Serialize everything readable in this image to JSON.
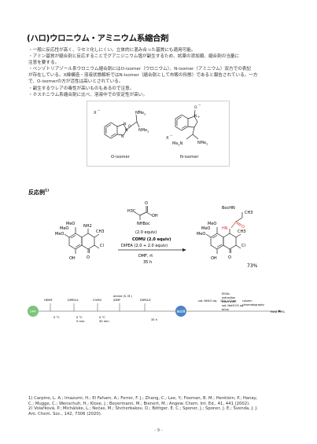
{
  "title": "(ハロ)ウロニウム・アミニウム系縮合剤",
  "bullets": [
    "・一般に反応性が高く、ラセミ化しにくい。立体的に混み合った基質にも適用可能。",
    "・アミン基質が縮合剤と反応することでグアニジニウム塩が副生するため、試薬の添加順、縮合剤の当量に",
    "注意を要する。",
    "・ベンゾトリアゾール系ウロニウム縮合剤にはO-isomer（ウロニウム）、N-isomer（アミニウム）双方での表記",
    "が存在している。X線構造・溶液状態解析ではN-isomer（縮合剤として市販の形態）であると報告されている。一方",
    "で、O-isomerの方が活性は高いとされている。",
    "・副生するウレアの毒性が高いものもあるので注意。",
    "・ホスホニウム系縮合剤に比べ、溶液中での安定性が高い。"
  ],
  "structures": {
    "x_anion": "X",
    "minus": "−",
    "plus": "+",
    "nme2": "NMe",
    "nme2_sub": "2",
    "me2n": "Me",
    "me2n_sub": "2",
    "me2n_n": "N",
    "n_atom": "N",
    "o_atom": "O",
    "o_isomer_label": "O-isomer",
    "n_isomer_label": "N-isomer"
  },
  "reaction": {
    "label": "反応例",
    "label_sup": "1)",
    "amino_acid": {
      "h3c": "H3C",
      "oh": "OH",
      "o": "O",
      "nhboc": "NHBoc"
    },
    "conditions": [
      "(2.0 equiv)",
      "COMU (2.0 equiv)",
      "DIPEA (2.0 + 2.0 equiv)",
      "DMF, rt",
      "35 h"
    ],
    "sm": {
      "meo1": "MeO",
      "meo2": "MeO",
      "meo3": "MeO",
      "nh2": "NH2",
      "ch3": "CH3",
      "oh": "OH",
      "o": "O",
      "cl": "Cl"
    },
    "product": {
      "bochn": "BocHN",
      "ch3a": "CH3",
      "ch3b": "CH3",
      "hn": "HN",
      "o1": "O",
      "o2": "O",
      "meo1": "MeO",
      "meo2": "MeO",
      "meo3": "MeO",
      "oh": "OH",
      "cl": "Cl"
    },
    "yield": "73%"
  },
  "workflow": {
    "start_label": "DMF",
    "end_label": "後処理",
    "additions": [
      "HDMF",
      "DIPEA①",
      "COMU",
      "amine (S. M.)",
      "/DMF",
      "DIPEA②"
    ],
    "times": [
      "0 °C",
      "0 °C\n5 min.",
      "0 °C\n30 min.",
      "",
      "35 h"
    ],
    "workup": [
      "EtOAc",
      "extraction",
      "wash with",
      "sat. NaHCO3 aq.",
      "brine"
    ],
    "workup_steps": [
      "sat. NH4Cl aq.",
      "10% LiCl aq.",
      "column",
      "chromatography"
    ],
    "yield": "Yield 73%"
  },
  "references": [
    "1) Carpino, L. A.; Imazumi, H.; El Faham, A.; Ferrer, F. J.; Zhang, C.; Lee, Y.; Foxman, B. M.; Henklein, P.; Hanay,",
    "C.; Mugge, C.; Wenschuh, H.; Klose, J.; Beyermann, M.; Bienert, M.; Angew. Chem. Int. Ed., 41, 441 (2002).",
    "2) Volařková, P.; Michálske, L.; Nečas, M.; Shcherbakov, D.; Böttger, E. C.; Sponer, J.; Sponer, J. E.; Švenda, J. J.",
    "Am. Chem. Soc., 142, 7306 (2020)."
  ],
  "page_number": "- 9 -"
}
